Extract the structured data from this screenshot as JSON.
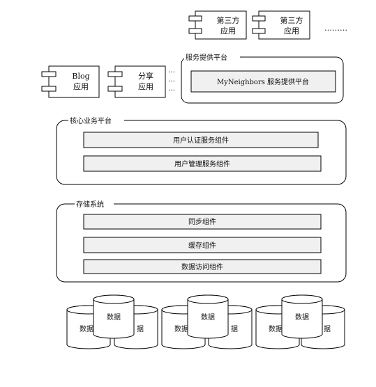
{
  "third_party": {
    "app1": [
      "第三方",
      "应用"
    ],
    "app2": [
      "第三方",
      "应用"
    ],
    "ellipsis": "………"
  },
  "apps": {
    "blog": [
      "Blog",
      "应用"
    ],
    "share": [
      "分享",
      "应用"
    ],
    "dots": "…"
  },
  "service_platform": {
    "title": "服务提供平台",
    "bar": "MyNeighbors 服务提供平台"
  },
  "core_platform": {
    "title": "核心业务平台",
    "components": [
      "用户认证服务组件",
      "用户管理服务组件"
    ]
  },
  "storage": {
    "title": "存储系统",
    "components": [
      "同步组件",
      "缓存组件",
      "数据访问组件"
    ]
  },
  "databases": {
    "label": "数据",
    "partial_left": "数据",
    "partial_right": "据"
  }
}
